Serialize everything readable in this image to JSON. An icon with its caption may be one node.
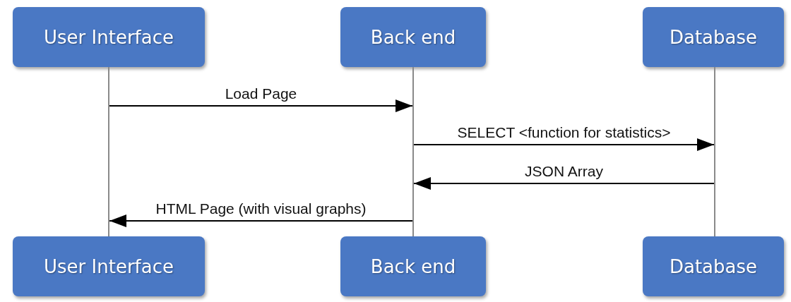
{
  "diagram": {
    "nodes": [
      {
        "text": [
          "User Interface"
        ]
      },
      {
        "text": [
          "Back end"
        ]
      },
      {
        "text": [
          "Database"
        ]
      },
      {
        "text": [],
        "shape": "bar"
      },
      {
        "text": [],
        "shape": "bar"
      },
      {
        "text": [],
        "shape": "bar"
      },
      {
        "text": [
          "User Interface"
        ]
      },
      {
        "text": [
          "Back end"
        ]
      },
      {
        "text": [
          "Database"
        ]
      }
    ],
    "edges": [
      {
        "from": 3,
        "to": 4,
        "arrow": "to",
        "label": "Load Page"
      },
      {
        "from": 4,
        "to": 5,
        "arrow": "to",
        "label": "SELECT <function for statistics>"
      },
      {
        "from": 5,
        "to": 4,
        "arrow": "to",
        "label": "JSON Array"
      },
      {
        "from": 4,
        "to": 3,
        "arrow": "to",
        "label": "HTML Page (with visual graphs)"
      }
    ]
  }
}
